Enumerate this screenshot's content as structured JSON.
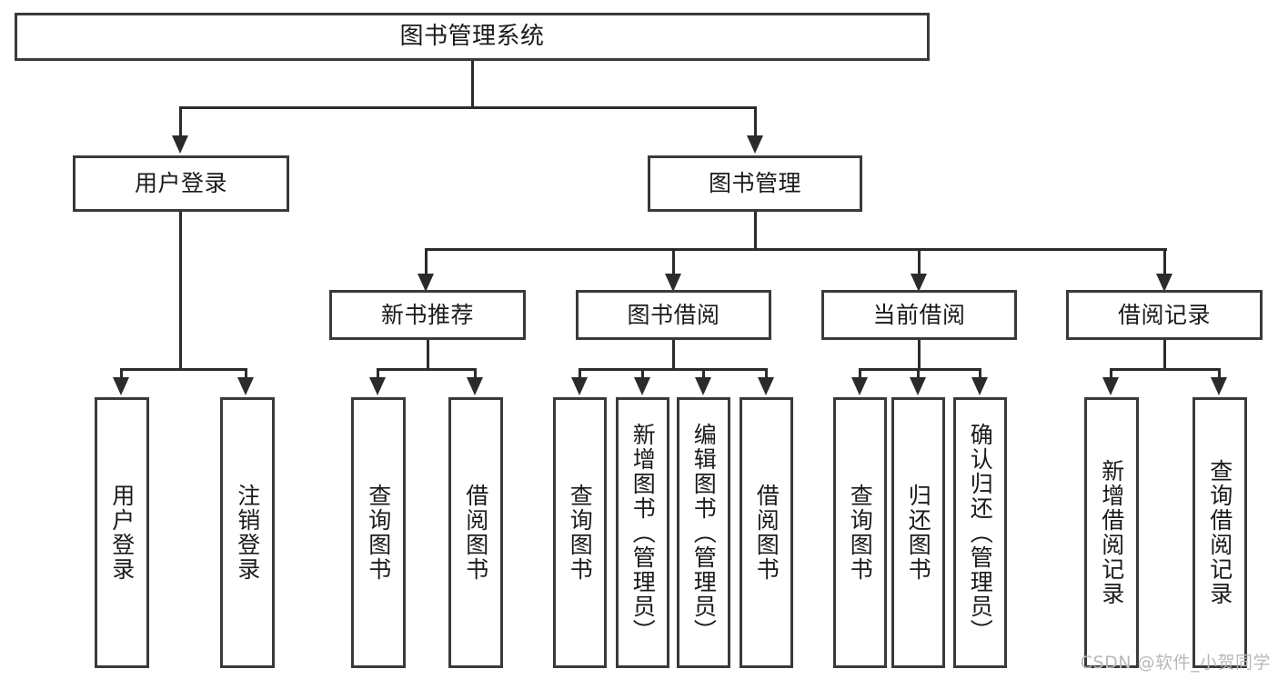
{
  "diagram": {
    "title": "图书管理系统",
    "type": "hierarchy-tree",
    "root": {
      "label": "图书管理系统"
    },
    "level2": [
      {
        "label": "用户登录"
      },
      {
        "label": "图书管理"
      }
    ],
    "level3": [
      {
        "label": "新书推荐"
      },
      {
        "label": "图书借阅"
      },
      {
        "label": "当前借阅"
      },
      {
        "label": "借阅记录"
      }
    ],
    "leaves": {
      "user_login": [
        {
          "label": "用户登录"
        },
        {
          "label": "注销登录"
        }
      ],
      "new_book_recommend": [
        {
          "label": "查询图书"
        },
        {
          "label": "借阅图书"
        }
      ],
      "book_borrow": [
        {
          "label": "查询图书"
        },
        {
          "label": "新增图书（管理员）"
        },
        {
          "label": "编辑图书（管理员）"
        },
        {
          "label": "借阅图书"
        }
      ],
      "current_borrow": [
        {
          "label": "查询图书"
        },
        {
          "label": "归还图书"
        },
        {
          "label": "确认归还（管理员）"
        }
      ],
      "borrow_record": [
        {
          "label": "新增借阅记录"
        },
        {
          "label": "查询借阅记录"
        }
      ]
    }
  },
  "watermark": {
    "text": "CSDN @软件_小贺同学"
  },
  "colors": {
    "box_border": "#3a3a3a",
    "line": "#2b2b2b",
    "text": "#1a1a1a",
    "background": "#ffffff",
    "watermark": "#b9b9b9"
  }
}
